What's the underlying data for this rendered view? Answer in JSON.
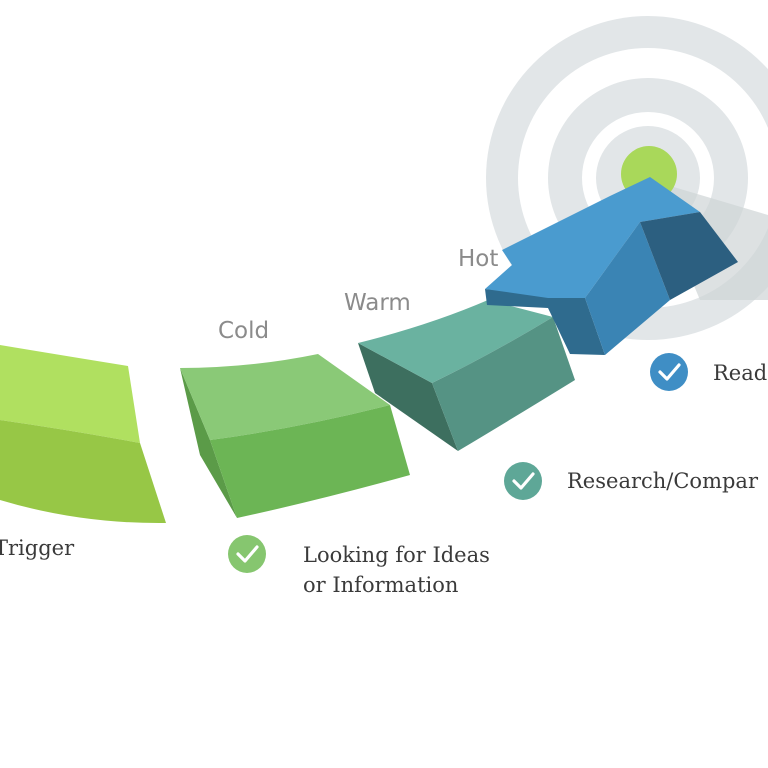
{
  "stages": [
    {
      "label": "",
      "color": "#a6d95a"
    },
    {
      "label": "Cold",
      "color": "#7cc267"
    },
    {
      "label": "Warm",
      "color": "#5fa594"
    },
    {
      "label": "Hot",
      "color": "#3f8fbf"
    }
  ],
  "steps": [
    {
      "lines": [
        "Trigger"
      ],
      "check_color": null
    },
    {
      "lines": [
        "Looking for Ideas",
        "or Information"
      ],
      "check_color": "#86c66f"
    },
    {
      "lines": [
        "Research/Compar"
      ],
      "check_color": "#5ea797"
    },
    {
      "lines": [
        "Read"
      ],
      "check_color": "#3f8ec5"
    }
  ],
  "target": {
    "bullseye_color": "#a9d85a",
    "ring_color": "#e2e6e8"
  }
}
